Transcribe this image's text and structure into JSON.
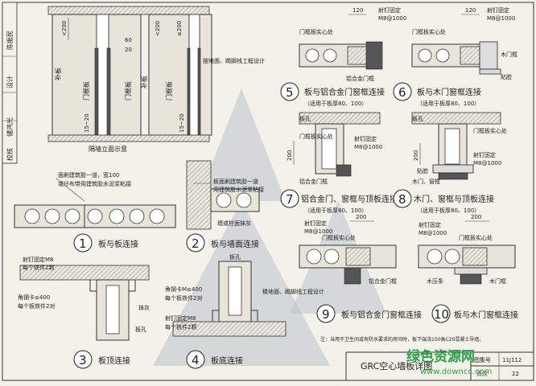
{
  "side_strip": [
    "校核",
    "储鸿光",
    "设计",
    "陈振民"
  ],
  "wall_elevation": {
    "title": "隔墙立面示意",
    "dim_top_left": "<200",
    "dim_top_mid": "<200",
    "dim_top_right": "≤200",
    "dim_60": "60",
    "dim_20": "20",
    "dim_15_20_a": "15~20",
    "dim_15_20_b": "15~20",
    "label_slab_a": "补板",
    "label_slab_b": "补板",
    "label_door_a": "门框板",
    "label_door_b": "门框板",
    "label_door_c": "门框板",
    "label_skirting": "按地面、踢脚线工程设计"
  },
  "detail1": {
    "num": "1",
    "title": "板与板连接",
    "note1": "面刷建筑胶一道，宽100",
    "note2": "或仟布带用建筑胶水泥浆粘接"
  },
  "detail2": {
    "num": "2",
    "title": "板与墙面连接",
    "note1": "板面刷建筑胶一道",
    "note2": "用建筑胶水泥浆粘接",
    "note3": "墙或柱面抹灰"
  },
  "detail3": {
    "num": "3",
    "title": "板顶连接",
    "note1": "射钉固定M8",
    "note2": "每个铁件2颗",
    "note3": "角钢卡≤400",
    "note4": "每个板铁件2对",
    "note5": "抹灰",
    "note6": "板孔"
  },
  "detail4": {
    "num": "4",
    "title": "板底连接",
    "note1": "角钢卡M≤400",
    "note2": "每个板铁件2对",
    "note3": "射钉固定M8",
    "note4": "每个铁件2颗",
    "note5": "楼地面、踢脚线工程设计",
    "note6": "板孔"
  },
  "detail5": {
    "num": "5",
    "title": "板与铝合金门窗框连接",
    "subtitle": "（适用于板厚80、100）",
    "dim": "120",
    "note1": "射钉固定",
    "note2": "M8@1000",
    "note3": "门框板实心处",
    "note4": "铝合金门框"
  },
  "detail6": {
    "num": "6",
    "title": "板与木门窗框连接",
    "subtitle": "（适用于板厚80、100）",
    "dim": "120",
    "note1": "射钉固定",
    "note2": "M8@1000",
    "note3": "门框板实心处",
    "note4": "木门框",
    "note5": "贴脸"
  },
  "detail7": {
    "num": "7",
    "title": "铝合金门、窗框与顶板连接",
    "subtitle": "（适用于板厚80、100）",
    "dim": "200",
    "note1": "板孔",
    "note2": "门框板实心处",
    "note3": "射钉固定",
    "note4": "M8@1000",
    "note5": "铝合金门框"
  },
  "detail8": {
    "num": "8",
    "title": "木门、窗框与顶板连接",
    "subtitle": "（适用于板厚80、100）",
    "dim": "200",
    "note1": "板孔",
    "note2": "门框板实心处",
    "note3": "射钉固定",
    "note4": "M8@1000",
    "note5": "贴脸",
    "note6": "木门、窗框"
  },
  "detail9": {
    "num": "9",
    "title": "板与铝合金门窗框连接",
    "dim": "200",
    "note1": "射钉固定",
    "note2": "M8@1000",
    "note3": "门框板实心处",
    "note4": "铝合金门框"
  },
  "detail10": {
    "num": "10",
    "title": "板与木门窗框连接",
    "dim": "200",
    "note1": "射钉固定",
    "note2": "M8@1000",
    "note3": "门框板实心处",
    "note4": "木压条",
    "note5": "木门框"
  },
  "footnote": "注：当用于卫生间或有防水要求的房间时，板下端浇150高C20混凝土导墙。",
  "title_block": {
    "title": "GRC空心墙板详图",
    "atlas": "图集号",
    "atlas_no": "11J112",
    "page_label": "页次",
    "page_no": "22"
  },
  "watermark": {
    "cn": "绿色资源网",
    "url": "www.downcc.com"
  }
}
